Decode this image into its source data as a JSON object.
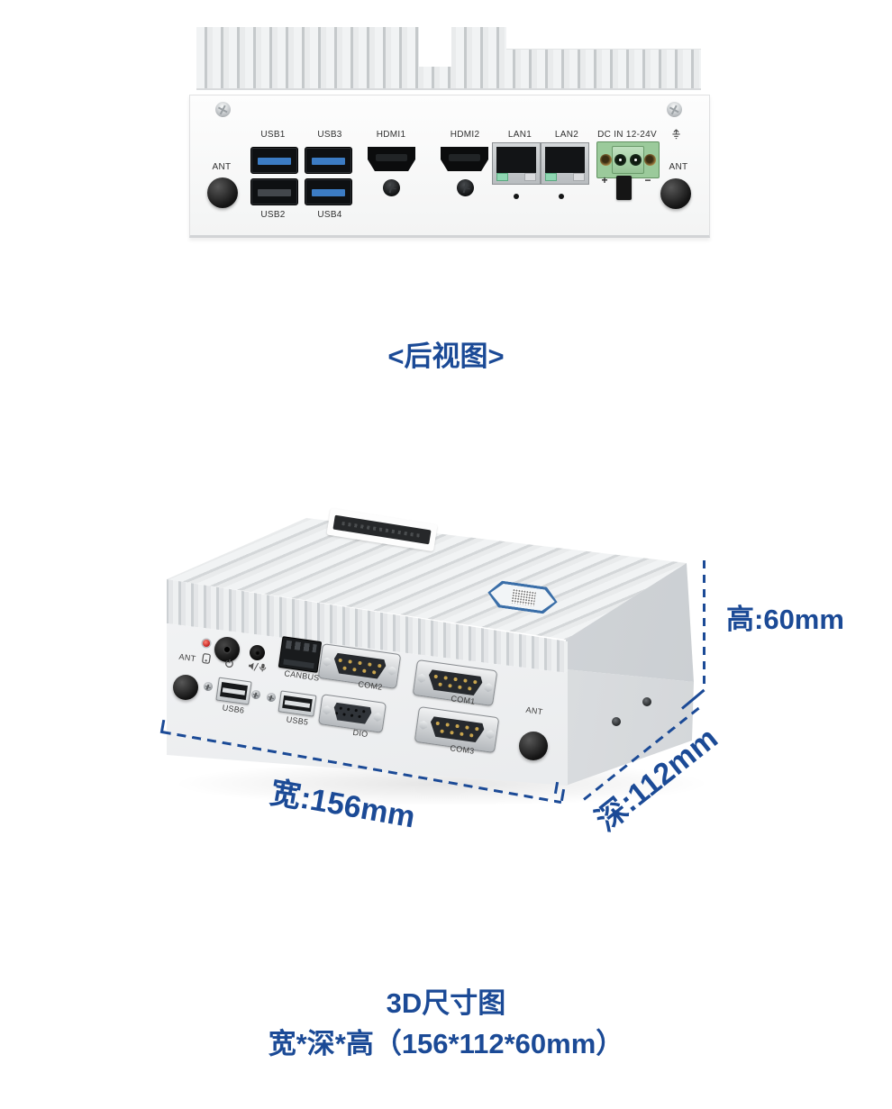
{
  "colors": {
    "accent_blue": "#1b4a96",
    "usb3_blue": "#3c7cc4",
    "dc_green": "#9bca9b",
    "led_red": "#c01d1d",
    "lan_led_green": "#8fd6b2"
  },
  "rear_view": {
    "caption": "<后视图>",
    "ant_left": "ANT",
    "ant_right": "ANT",
    "top_labels": [
      "USB1",
      "USB3",
      "HDMI1",
      "HDMI2",
      "LAN1",
      "LAN2"
    ],
    "dc_in_label": "DC IN 12-24V",
    "dc_plus": "+",
    "dc_minus": "−",
    "bottom_labels": [
      "USB2",
      "USB4"
    ],
    "icons": {
      "ground": "protective-earth-icon"
    }
  },
  "iso_view": {
    "ant_front_left": "ANT",
    "canbus": "CANBUS",
    "com2": "COM2",
    "com1": "COM1",
    "usb6": "USB6",
    "usb5": "USB5",
    "dio": "DIO",
    "com3": "COM3",
    "ant_front_right": "ANT",
    "dim_height": "高:60mm",
    "dim_width": "宽:156mm",
    "dim_depth": "深:112mm",
    "icons": {
      "power": "power-icon",
      "hdd": "hdd-led-icon",
      "audio": "headset-mic-icon"
    }
  },
  "footer": {
    "title": "3D尺寸图",
    "dimensions": "宽*深*高（156*112*60mm）"
  }
}
